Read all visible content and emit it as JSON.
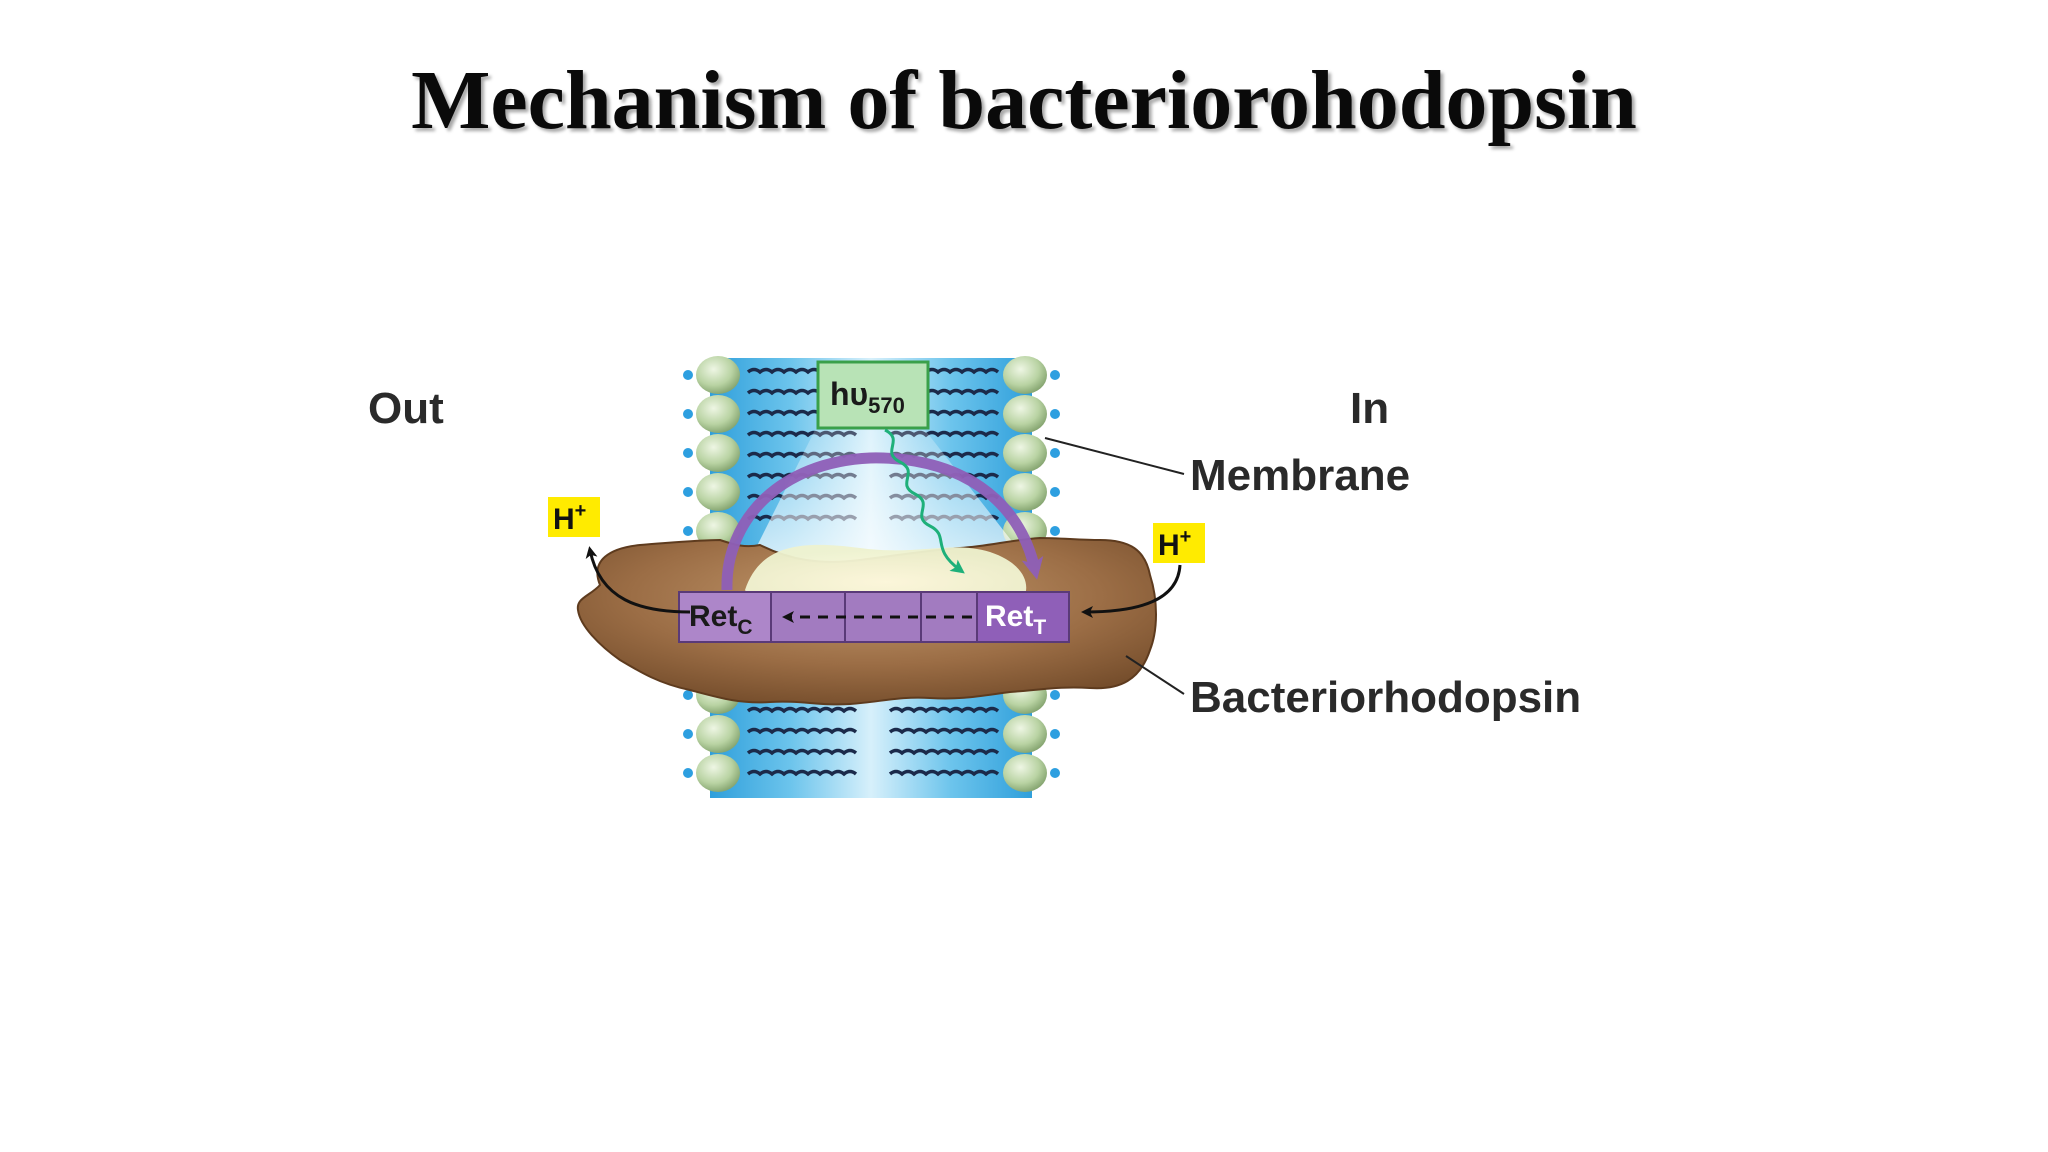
{
  "slide": {
    "title": "Mechanism of bacteriorohodopsin"
  },
  "diagram": {
    "side_out": "Out",
    "side_in": "In",
    "callout_membrane": "Membrane",
    "callout_protein": "Bacteriorhodopsin",
    "photon": {
      "main": "hυ",
      "sub": "570"
    },
    "proton_left": {
      "main": "H",
      "sup": "+"
    },
    "proton_right": {
      "main": "H",
      "sup": "+"
    },
    "retinal_cis": {
      "main": "Ret",
      "sub": "C"
    },
    "retinal_trans": {
      "main": "Ret",
      "sub": "T"
    }
  },
  "colors": {
    "membrane_core": "#35a9e0",
    "membrane_light": "#c9eaf8",
    "lipid_head": "#b9d3a3",
    "protein": "#9b6d45",
    "retinal_box": "#a97fc6",
    "arrow_purple": "#8f5fb8",
    "photon_box": "#b8e3b6",
    "photon_border": "#3aa04a",
    "photon_wave": "#1eb07a",
    "proton_badge": "#ffeb00"
  }
}
